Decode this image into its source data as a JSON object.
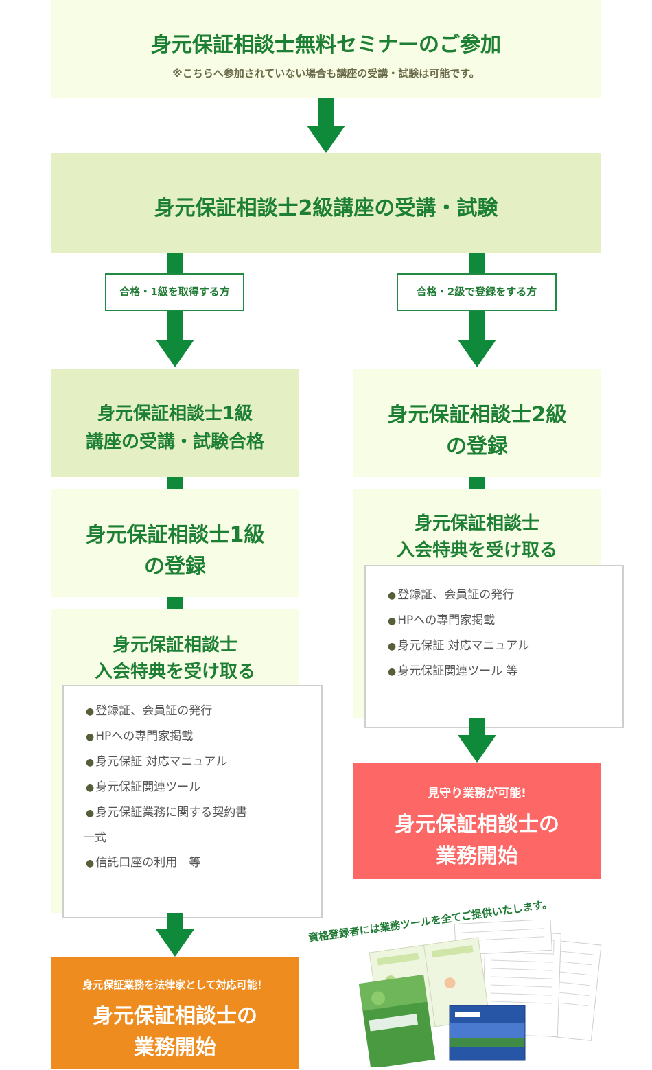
{
  "seminar": {
    "title": "身元保証相談士無料セミナーのご参加",
    "note": "※こちらへ参加されていない場合も講座の受講・試験は可能です。"
  },
  "course2": {
    "title": "身元保証相談士2級講座の受講・試験"
  },
  "branch_left": {
    "label": "合格・1級を取得する方"
  },
  "branch_right": {
    "label": "合格・2級で登録をする方"
  },
  "left": {
    "step1": {
      "line1": "身元保証相談士1級",
      "line2": "講座の受講・試験合格"
    },
    "step2": {
      "line1": "身元保証相談士1級",
      "line2": "の登録"
    },
    "step3": {
      "line1": "身元保証相談士",
      "line2": "入会特典を受け取る",
      "items": [
        "登録証、会員証の発行",
        "HPへの専門家掲載",
        "身元保証 対応マニュアル",
        "身元保証関連ツール",
        "身元保証業務に関する契約書",
        "一式",
        "信託口座の利用　等"
      ]
    },
    "final": {
      "sub": "身元保証業務を法律家として対応可能！",
      "line1": "身元保証相談士の",
      "line2": "業務開始"
    }
  },
  "right": {
    "step1": {
      "line1": "身元保証相談士2級",
      "line2": "の登録"
    },
    "step2": {
      "line1": "身元保証相談士",
      "line2": "入会特典を受け取る",
      "items": [
        "登録証、会員証の発行",
        "HPへの専門家掲載",
        "身元保証 対応マニュアル",
        "身元保証関連ツール 等"
      ]
    },
    "final": {
      "sub": "見守り業務が可能!",
      "line1": "身元保証相談士の",
      "line2": "業務開始"
    }
  },
  "tools": {
    "caption": "資格登録者には業務ツールを全てご提供いたします。",
    "image_icon": "document-bundle-icon"
  },
  "colors": {
    "arrow": "#0e8a3a",
    "light_box": "#f8fde5",
    "mid_box": "#e4efc4",
    "title_green": "#1d7f33",
    "red_box": "#fd6765",
    "orange_box": "#ef8c1f"
  }
}
